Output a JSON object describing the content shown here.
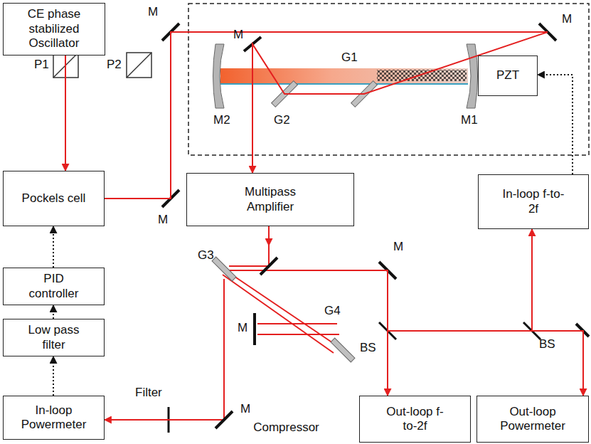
{
  "diagram": {
    "nodes": [
      {
        "text": [
          "CE phase stabilized Oscillator"
        ]
      },
      {
        "text": [
          "PZT"
        ]
      },
      {
        "text": [
          "Pockels cell"
        ]
      },
      {
        "text": [
          "Multipass Amplifier"
        ]
      },
      {
        "text": [
          "In-loop f-to-2f"
        ]
      },
      {
        "text": [
          "PID controller"
        ]
      },
      {
        "text": [
          "Compressor"
        ]
      },
      {
        "text": [
          "Low pass filter"
        ]
      },
      {
        "text": [
          "In-loop Powermeter"
        ]
      },
      {
        "text": [
          "Out-loop f-to-2f"
        ]
      },
      {
        "text": [
          "Out-loop Powermeter"
        ]
      }
    ],
    "edges": [
      {
        "from": 0,
        "to": 2,
        "arrow": "to"
      },
      {
        "from": 2,
        "to": 3,
        "arrow": "to"
      },
      {
        "from": 3,
        "to": 6,
        "arrow": "to"
      },
      {
        "from": 6,
        "to": 8,
        "arrow": "to"
      },
      {
        "from": 8,
        "to": 7,
        "arrow": "to"
      },
      {
        "from": 7,
        "to": 5,
        "arrow": "to"
      },
      {
        "from": 5,
        "to": 2,
        "arrow": "to"
      },
      {
        "from": 6,
        "to": 9,
        "arrow": "to"
      },
      {
        "from": 6,
        "to": 4,
        "arrow": "to"
      },
      {
        "from": 6,
        "to": 10,
        "arrow": "to"
      },
      {
        "from": 4,
        "to": 1,
        "arrow": "to"
      }
    ],
    "labels": [
      "M",
      "M",
      "M",
      "P1",
      "P2",
      "G2",
      "G1",
      "M2",
      "M1",
      "M",
      "G3",
      "M",
      "M",
      "G4",
      "BS",
      "BS",
      "M",
      "Filter"
    ]
  }
}
